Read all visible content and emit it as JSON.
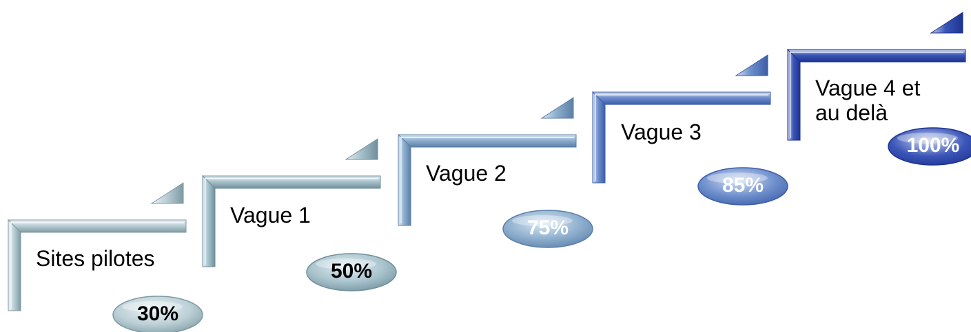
{
  "steps": [
    {
      "label": "Sites pilotes",
      "value": "30%",
      "color": "#bcd0d6",
      "dark": "#7e9aa3",
      "light": "#eef5f7",
      "text_color": "#000000"
    },
    {
      "label": "Vague 1",
      "value": "50%",
      "color": "#a9c3cd",
      "dark": "#6f8f9c",
      "light": "#e4eff3",
      "text_color": "#000000"
    },
    {
      "label": "Vague 2",
      "value": "75%",
      "color": "#8fb0cf",
      "dark": "#5b7fa6",
      "light": "#dbe8f3",
      "text_color": "#ffffff"
    },
    {
      "label": "Vague 3",
      "value": "85%",
      "color": "#6e8fcc",
      "dark": "#3d5ea6",
      "light": "#d3def3",
      "text_color": "#ffffff"
    },
    {
      "label": "Vague 4 et\nau delà",
      "value": "100%",
      "color": "#3b56b8",
      "dark": "#1e3390",
      "light": "#c9d4f0",
      "text_color": "#ffffff"
    }
  ]
}
